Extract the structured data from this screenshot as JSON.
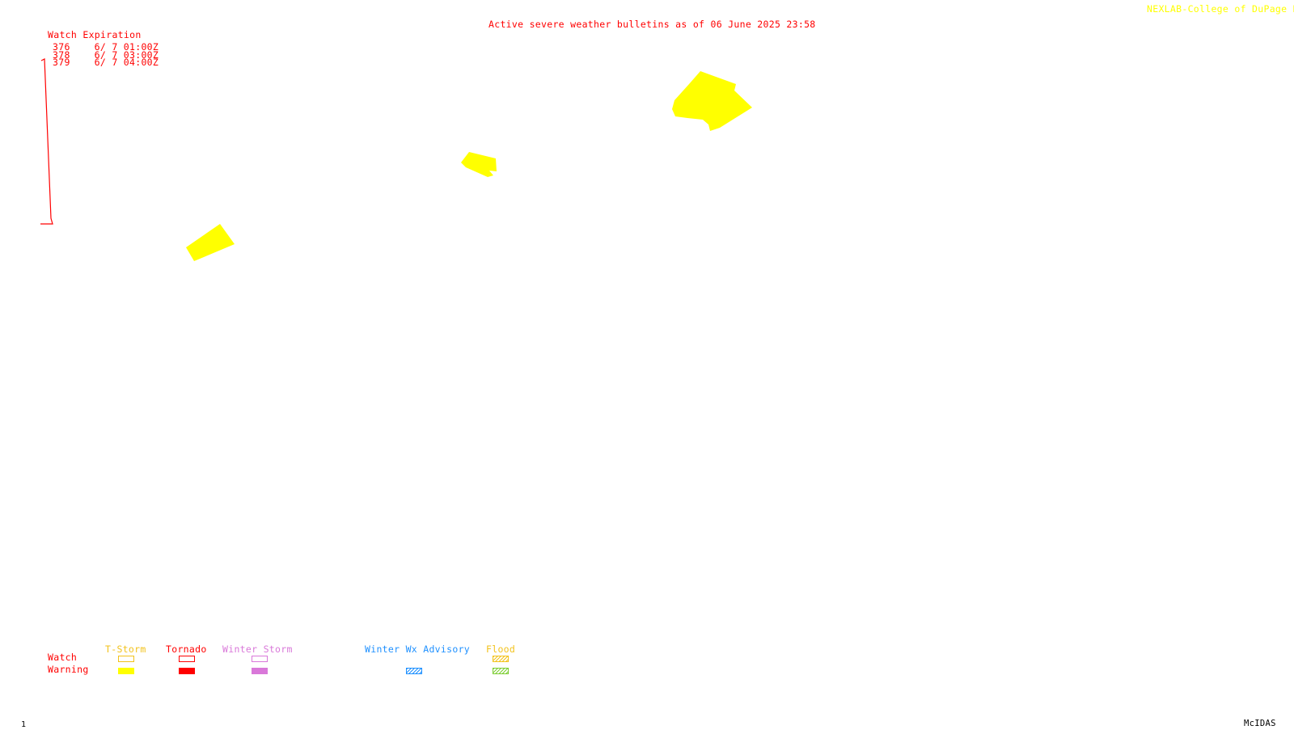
{
  "header": {
    "title": "Active severe weather bulletins as of 06 June 2025 23:58",
    "credit": "NEXLAB-College of DuPage R"
  },
  "watch_expiration": {
    "heading": "Watch Expiration",
    "rows": [
      {
        "id": "376",
        "time": "6/ 7 01:00Z"
      },
      {
        "id": "378",
        "time": "6/ 7 03:00Z"
      },
      {
        "id": "379",
        "time": "6/ 7 04:00Z"
      }
    ]
  },
  "legend": {
    "row_labels": {
      "watch": "Watch",
      "warning": "Warning"
    },
    "categories": [
      {
        "label": "T-Storm",
        "color": "#ffff00"
      },
      {
        "label": "Tornado",
        "color": "#ff0000"
      },
      {
        "label": "Winter Storm",
        "color": "#d978d9"
      },
      {
        "label": "Winter Wx Advisory",
        "color": "#1e90ff"
      },
      {
        "label": "Flood",
        "color": "#f2c21b"
      }
    ]
  },
  "warning_polygons": [
    {
      "type": "T-Storm warning",
      "color": "#ffff00"
    },
    {
      "type": "T-Storm warning",
      "color": "#ffff00"
    },
    {
      "type": "T-Storm warning",
      "color": "#ffff00"
    }
  ],
  "footer": {
    "frame_number": "1",
    "software": "McIDAS"
  }
}
